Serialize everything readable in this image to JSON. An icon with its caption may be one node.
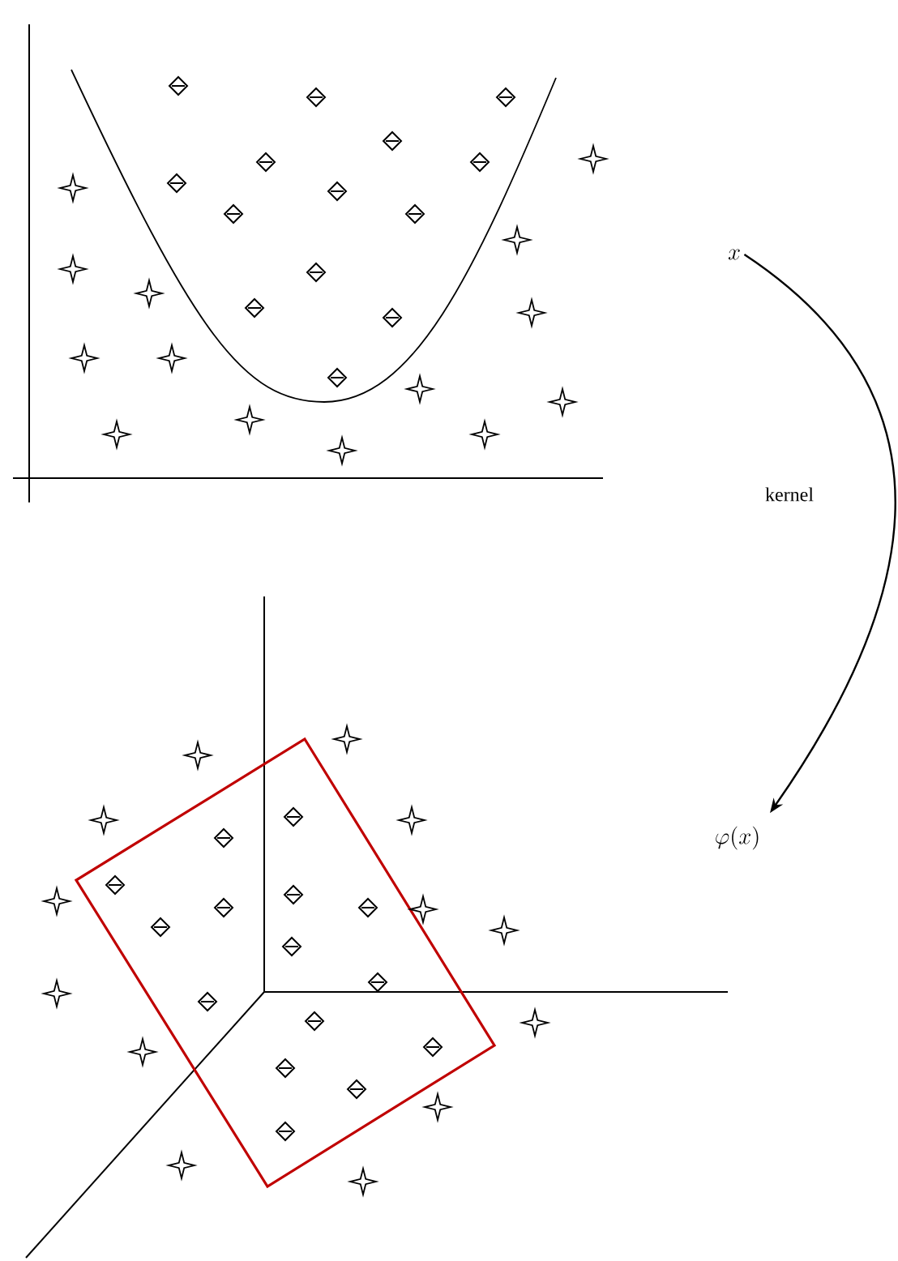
{
  "diagram": {
    "nodes": [
      {
        "text": [
          "x"
        ]
      },
      {
        "text": [
          "\\varphi(x)"
        ]
      }
    ],
    "edges": [
      {
        "from": 0,
        "to": 1,
        "arrow": "to",
        "label": "kernel"
      }
    ]
  }
}
